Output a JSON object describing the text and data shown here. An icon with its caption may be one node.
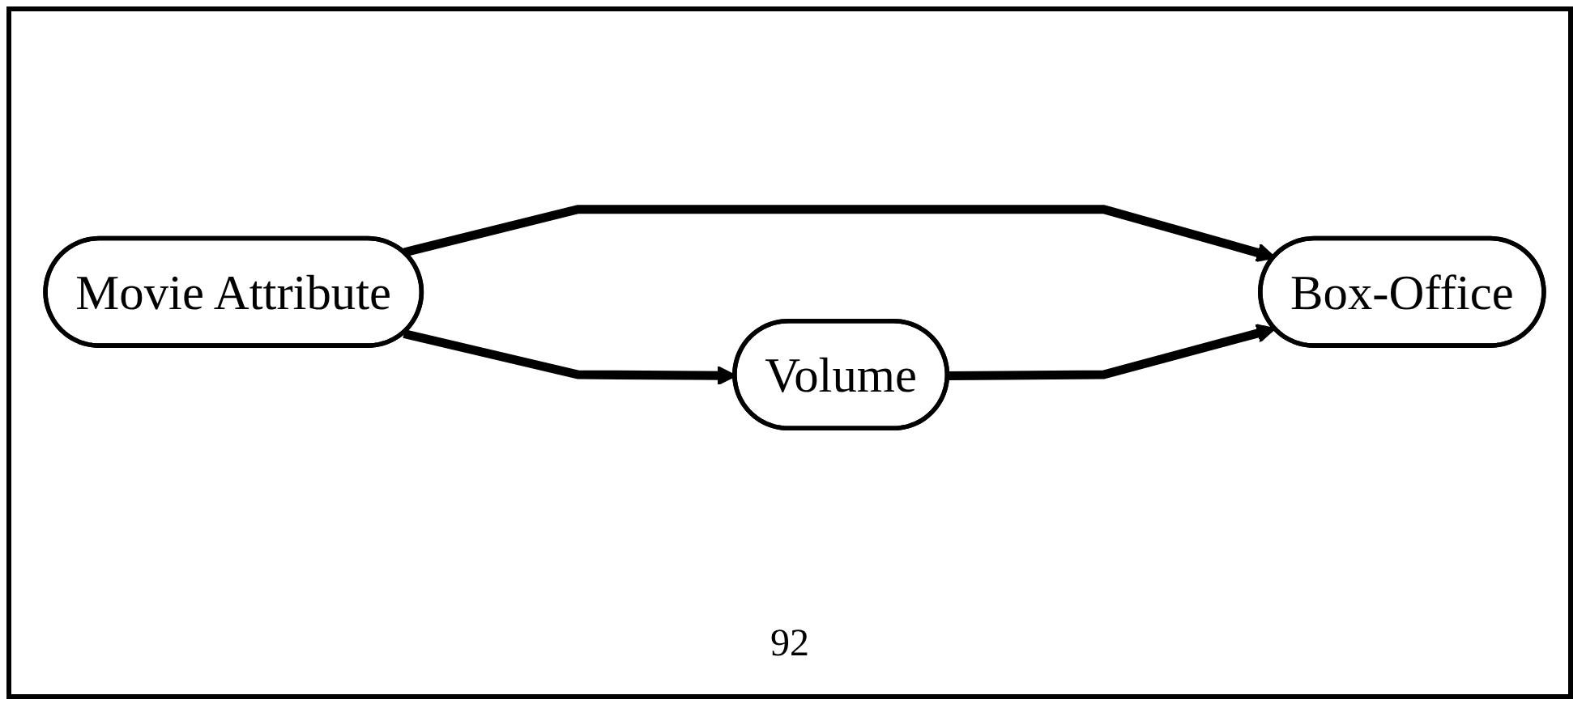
{
  "diagram": {
    "nodes": [
      {
        "text": [
          "Movie Attribute"
        ]
      },
      {
        "text": [
          "Box-Office"
        ]
      },
      {
        "text": [
          "Volume"
        ]
      }
    ],
    "edges": [
      {
        "from": 0,
        "to": 1,
        "arrow": "to"
      },
      {
        "from": 0,
        "to": 2,
        "arrow": "to"
      },
      {
        "from": 2,
        "to": 1,
        "arrow": "to"
      }
    ],
    "labels": [
      "92"
    ]
  }
}
